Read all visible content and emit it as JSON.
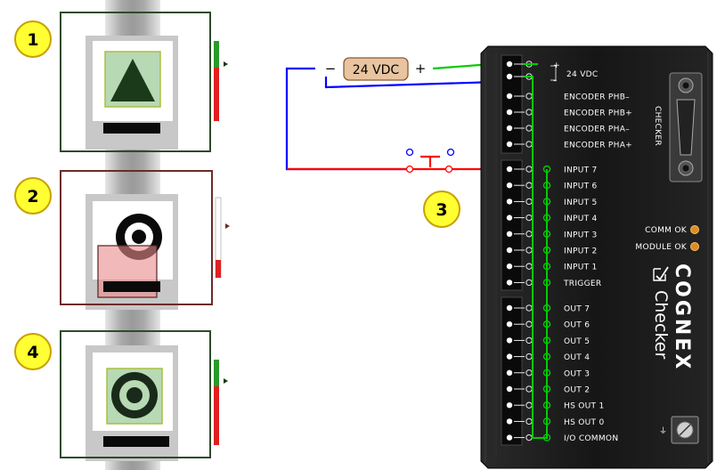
{
  "markers": [
    "1",
    "2",
    "3",
    "4"
  ],
  "power_supply": {
    "label": "24 VDC",
    "minus": "−",
    "plus": "+"
  },
  "device": {
    "power": {
      "label": "24 VDC",
      "plus": "+",
      "minus": "–"
    },
    "encoder_labels": [
      "ENCODER PHB–",
      "ENCODER PHB+",
      "ENCODER PHA–",
      "ENCODER PHA+"
    ],
    "input_labels": [
      "INPUT  7",
      "INPUT  6",
      "INPUT  5",
      "INPUT  4",
      "INPUT  3",
      "INPUT  2",
      "INPUT  1",
      "TRIGGER"
    ],
    "output_labels": [
      "OUT 7",
      "OUT 6",
      "OUT 5",
      "OUT 4",
      "OUT 3",
      "OUT 2",
      "HS OUT  1",
      "HS OUT  0",
      "I/O  COMMON"
    ],
    "checker_port": "CHECKER",
    "status_leds": [
      "COMM OK",
      "MODULE OK"
    ],
    "brand": "COGNEX",
    "product": "Checker",
    "ground_symbol": "⏚"
  },
  "colors": {
    "pass_frame": "#2e4b2a",
    "fail_frame": "#6e2a2a",
    "wire_negative": "#0000ff",
    "wire_positive": "#00cc00",
    "wire_signal": "#ff0000",
    "marker_fill": "#ffff33",
    "marker_stroke": "#c8a000",
    "psu_fill": "#e8c4a0",
    "device_body": "#1c1c1c",
    "led": "#e08a20"
  }
}
